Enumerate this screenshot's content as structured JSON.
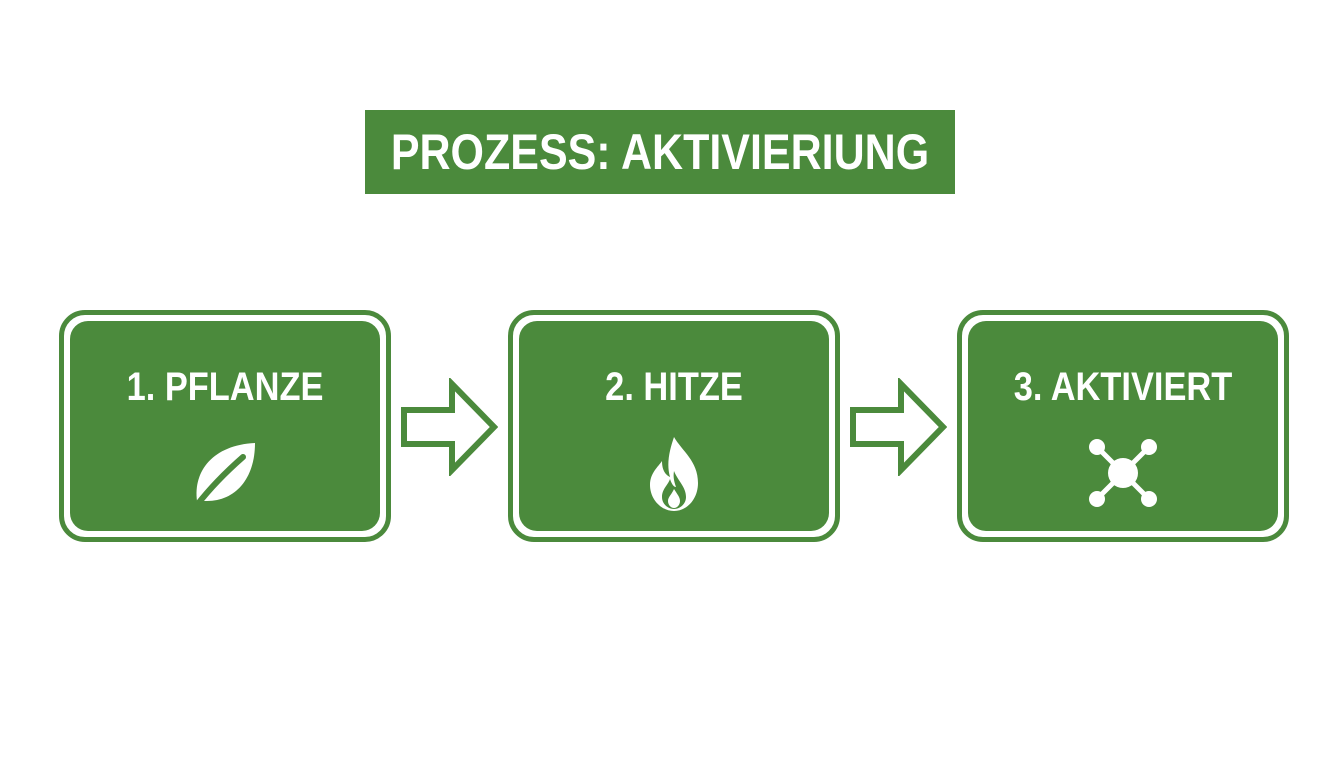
{
  "title": "PROZESS: AKTIVIERIUNG",
  "steps": [
    {
      "label": "1. PFLANZE",
      "icon": "leaf-icon"
    },
    {
      "label": "2. HITZE",
      "icon": "flame-icon"
    },
    {
      "label": "3. AKTIVIERT",
      "icon": "network-nodes-icon"
    }
  ],
  "colors": {
    "accent": "#4b8a3c",
    "background": "#ffffff",
    "text_on_accent": "#ffffff"
  }
}
